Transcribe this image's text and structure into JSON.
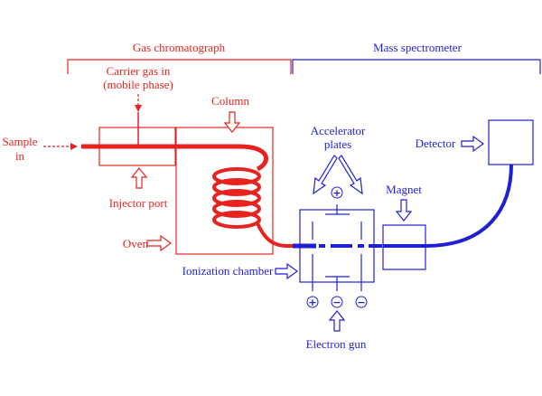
{
  "colors": {
    "gc": "#e8231f",
    "ms": "#1f1fd6",
    "background": "#ffffff"
  },
  "sections": {
    "gc_title": "Gas chromatograph",
    "ms_title": "Mass spectrometer"
  },
  "labels": {
    "carrier_gas_line1": "Carrier gas in",
    "carrier_gas_line2": "(mobile phase)",
    "column": "Column",
    "sample_line1": "Sample",
    "sample_line2": "in",
    "injector_port": "Injector port",
    "oven": "Oven",
    "accelerator_line1": "Accelerator",
    "accelerator_line2": "plates",
    "detector": "Detector",
    "magnet": "Magnet",
    "ionization_chamber": "Ionization chamber",
    "electron_gun": "Electron gun"
  },
  "symbols": {
    "plus": "+",
    "minus": "−"
  }
}
